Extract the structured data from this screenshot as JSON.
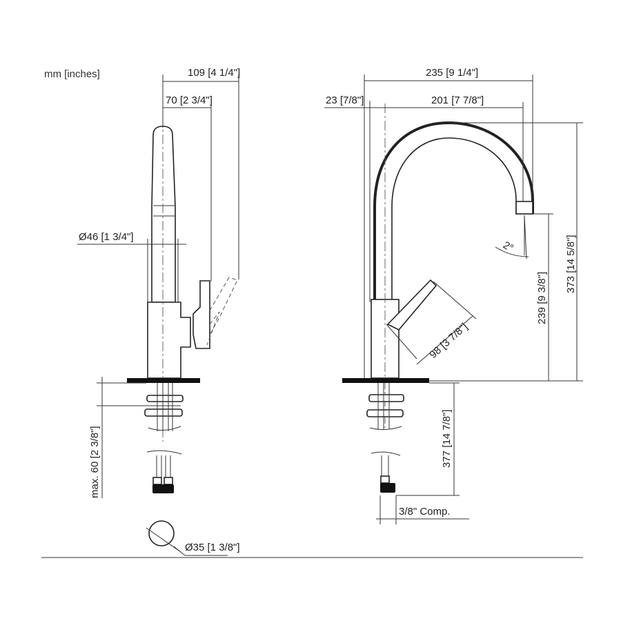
{
  "units_label": "mm [inches]",
  "dimensions": {
    "left_overall": "109 [4 1/4\"]",
    "left_lever": "70 [2 3/4\"]",
    "body_diameter": "Ø46 [1 3/4\"]",
    "hose_diameter": "Ø35 [1 3/8\"]",
    "max_deck": "max. 60 [2 3/8\"]",
    "reach_total": "235 [9 1/4\"]",
    "reach_spout": "201 [7 7/8\"]",
    "reach_offset": "23 [7/8\"]",
    "height_total": "373 [14 5/8\"]",
    "height_spout": "239 [9 3/8\"]",
    "hose_length": "377 [14 7/8\"]",
    "lever_length": "98 [3 7/8\"]",
    "angle": "2°",
    "connection": "3/8\" Comp."
  }
}
